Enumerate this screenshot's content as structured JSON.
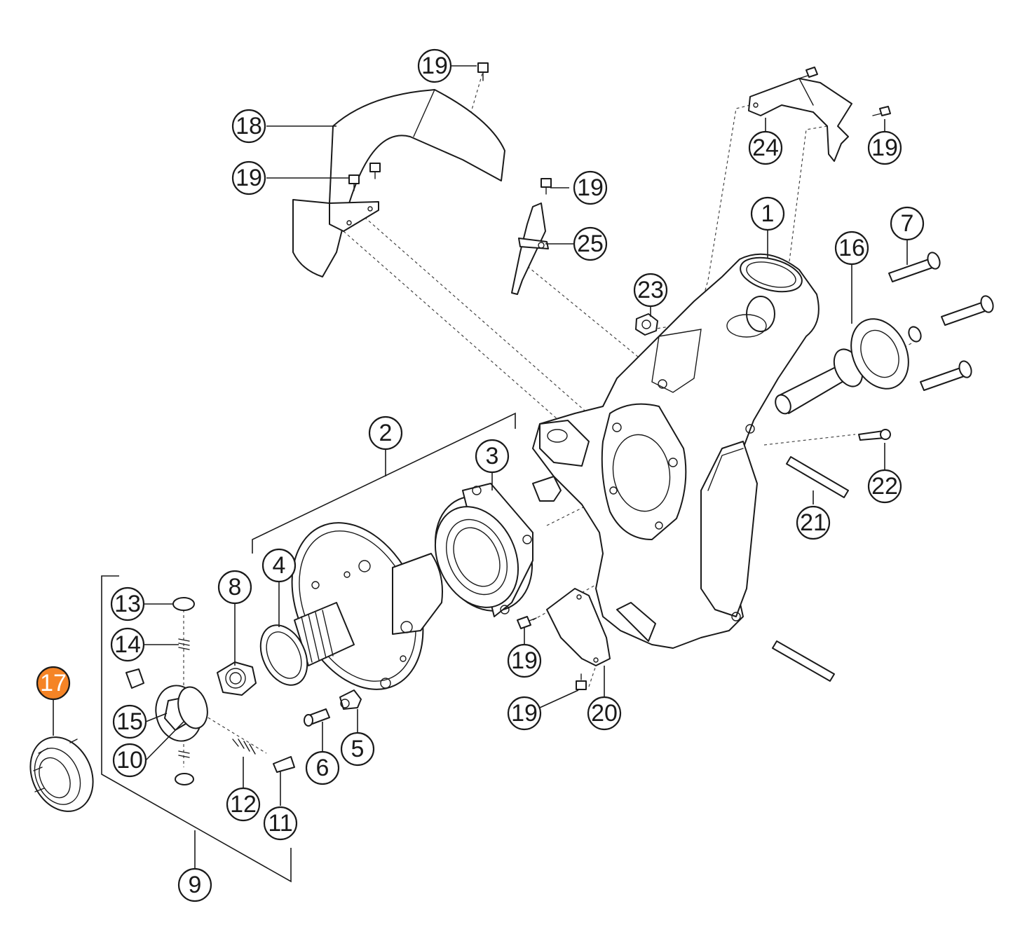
{
  "diagram": {
    "highlight_color": "#f58426",
    "callouts": [
      {
        "label": "1",
        "highlighted": false
      },
      {
        "label": "2",
        "highlighted": false
      },
      {
        "label": "3",
        "highlighted": false
      },
      {
        "label": "4",
        "highlighted": false
      },
      {
        "label": "5",
        "highlighted": false
      },
      {
        "label": "6",
        "highlighted": false
      },
      {
        "label": "7",
        "highlighted": false
      },
      {
        "label": "8",
        "highlighted": false
      },
      {
        "label": "9",
        "highlighted": false
      },
      {
        "label": "10",
        "highlighted": false
      },
      {
        "label": "11",
        "highlighted": false
      },
      {
        "label": "12",
        "highlighted": false
      },
      {
        "label": "13",
        "highlighted": false
      },
      {
        "label": "14",
        "highlighted": false
      },
      {
        "label": "15",
        "highlighted": false
      },
      {
        "label": "16",
        "highlighted": false
      },
      {
        "label": "17",
        "highlighted": true
      },
      {
        "label": "18",
        "highlighted": false
      },
      {
        "label": "19",
        "highlighted": false
      },
      {
        "label": "19",
        "highlighted": false
      },
      {
        "label": "19",
        "highlighted": false
      },
      {
        "label": "19",
        "highlighted": false
      },
      {
        "label": "19",
        "highlighted": false
      },
      {
        "label": "19",
        "highlighted": false
      },
      {
        "label": "20",
        "highlighted": false
      },
      {
        "label": "21",
        "highlighted": false
      },
      {
        "label": "22",
        "highlighted": false
      },
      {
        "label": "23",
        "highlighted": false
      },
      {
        "label": "24",
        "highlighted": false
      },
      {
        "label": "25",
        "highlighted": false
      }
    ]
  }
}
